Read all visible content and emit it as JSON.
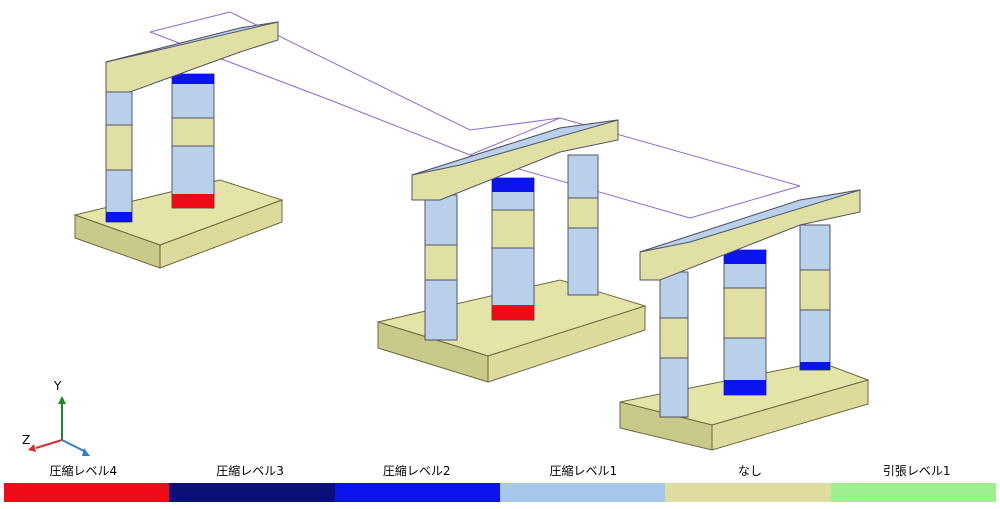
{
  "axes": {
    "y_label": "Y",
    "z_label": "Z"
  },
  "colors": {
    "foundation_top": "#e5e4a8",
    "foundation_left": "#c9c98a",
    "foundation_right": "#dcdb9c",
    "column_body": "#b8d0ea",
    "beam_body": "#e0dfa4"
  },
  "legend": [
    {
      "label": "圧縮レベル4",
      "color": "#ee0a16"
    },
    {
      "label": "圧縮レベル3",
      "color": "#0b0f78"
    },
    {
      "label": "圧縮レベル2",
      "color": "#0a14ee"
    },
    {
      "label": "圧縮レベル1",
      "color": "#a8c7ec"
    },
    {
      "label": "なし",
      "color": "#dfdca0"
    },
    {
      "label": "引張レベル1",
      "color": "#9ef08e"
    }
  ]
}
